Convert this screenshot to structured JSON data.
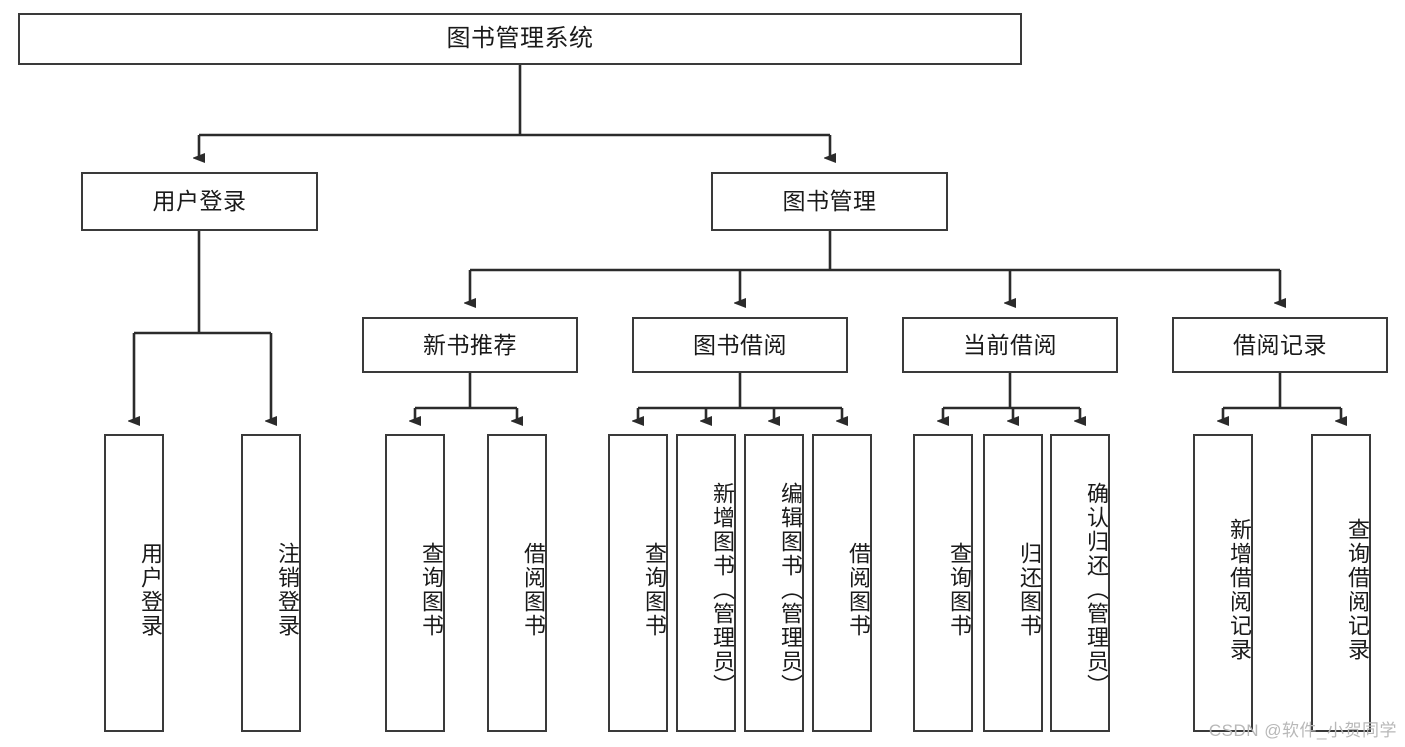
{
  "diagram": {
    "title": "图书管理系统",
    "type": "tree-hierarchy",
    "watermark": "CSDN @软件_小贺同学",
    "colors": {
      "box_border": "#3a3a3a",
      "box_fill": "#ffffff",
      "connector": "#2b2b2b",
      "text": "#1a1a1a",
      "watermark": "#b8b8b8"
    },
    "root": {
      "label": "图书管理系统"
    },
    "level2": [
      {
        "label": "用户登录"
      },
      {
        "label": "图书管理"
      }
    ],
    "level3": [
      {
        "label": "新书推荐"
      },
      {
        "label": "图书借阅"
      },
      {
        "label": "当前借阅"
      },
      {
        "label": "借阅记录"
      }
    ],
    "leaves": {
      "user_login": [
        {
          "label": "用户登录"
        },
        {
          "label": "注销登录"
        }
      ],
      "new_book": [
        {
          "label": "查询图书"
        },
        {
          "label": "借阅图书"
        }
      ],
      "borrow_book": [
        {
          "label": "查询图书"
        },
        {
          "label": "新增图书（管理员）"
        },
        {
          "label": "编辑图书（管理员）"
        },
        {
          "label": "借阅图书"
        }
      ],
      "current_borrow": [
        {
          "label": "查询图书"
        },
        {
          "label": "归还图书"
        },
        {
          "label": "确认归还（管理员）"
        }
      ],
      "borrow_record": [
        {
          "label": "新增借阅记录"
        },
        {
          "label": "查询借阅记录"
        }
      ]
    }
  }
}
